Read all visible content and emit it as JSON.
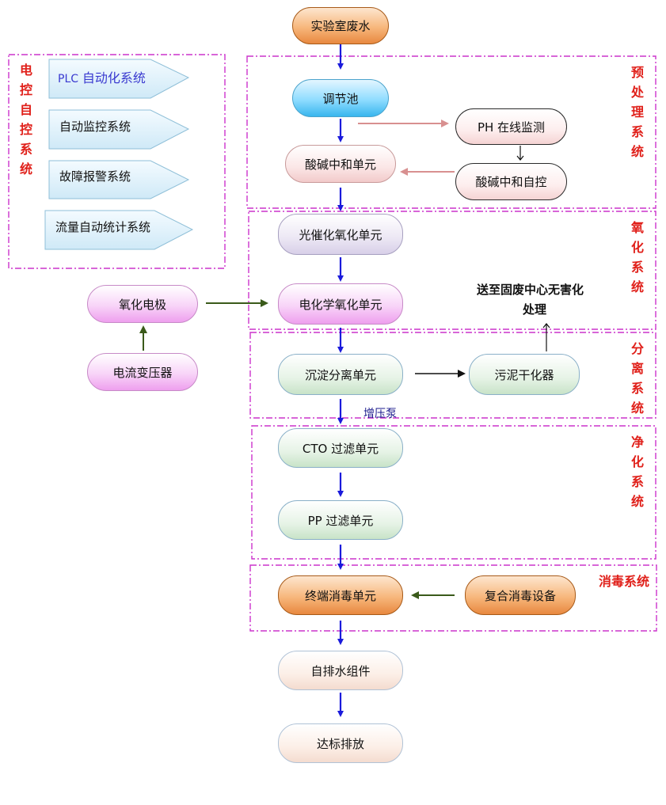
{
  "nodes": {
    "lab_wastewater": "实验室废水",
    "adjust_tank": "调节池",
    "acid_base_unit": "酸碱中和单元",
    "ph_monitor": "PH 在线监测",
    "acid_base_auto": "酸碱中和自控",
    "photocat": "光催化氧化单元",
    "electrochem": "电化学氧化单元",
    "oxid_electrode": "氧化电极",
    "transformer": "电流变压器",
    "sediment": "沉淀分离单元",
    "sludge_dryer": "污泥干化器",
    "cto_filter": "CTO 过滤单元",
    "pp_filter": "PP 过滤单元",
    "terminal_disinfect": "终端消毒单元",
    "composite_disinfect": "复合消毒设备",
    "auto_drain": "自排水组件",
    "discharge": "达标排放"
  },
  "sections": {
    "control": "电控自控系统",
    "pretreat": "预处理系统",
    "oxidation": "氧化系统",
    "separation": "分离系统",
    "purification": "净化系统",
    "disinfection": "消毒系统"
  },
  "control_items": {
    "plc_prefix": "PLC",
    "plc_suffix": "自动化系统",
    "monitor": "自动监控系统",
    "alarm": "故障报警系统",
    "flow": "流量自动统计系统"
  },
  "annotations": {
    "sludge_line1": "送至固废中心无害化",
    "sludge_line2": "处理",
    "booster_pump": "增压泵"
  },
  "colors": {
    "flow_arrow": "#1a1adb",
    "feedback_arrow": "#d89090",
    "green_arrow": "#3a5a1a",
    "section_border": "#cc33cc",
    "label_red": "#e0201a"
  }
}
